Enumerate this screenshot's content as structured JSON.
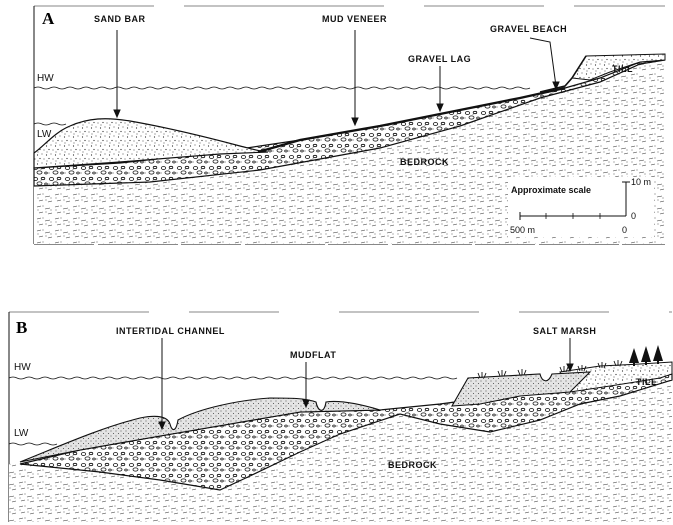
{
  "panels": {
    "a": {
      "letter": "A",
      "hw_label": "HW",
      "lw_label": "LW",
      "labels": {
        "sand_bar": "SAND BAR",
        "mud_veneer": "MUD VENEER",
        "gravel_beach": "GRAVEL BEACH",
        "gravel_lag": "GRAVEL LAG",
        "till": "TILL",
        "bedrock": "BEDROCK"
      },
      "scale": {
        "title": "Approximate scale",
        "vertical": "10 m",
        "zero_v": "0",
        "horizontal": "500 m",
        "zero_h": "0"
      }
    },
    "b": {
      "letter": "B",
      "hw_label": "HW",
      "lw_label": "LW",
      "labels": {
        "intertidal_channel": "INTERTIDAL CHANNEL",
        "mudflat": "MUDFLAT",
        "salt_marsh": "SALT MARSH",
        "till": "TILL",
        "bedrock": "BEDROCK"
      }
    }
  },
  "colors": {
    "ink": "#111111",
    "background": "#ffffff"
  }
}
